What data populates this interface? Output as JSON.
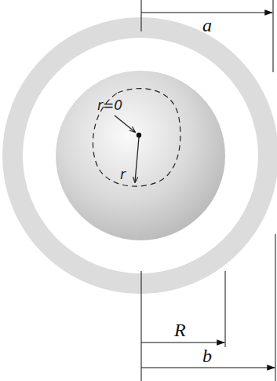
{
  "diagram": {
    "labels": [
      "a",
      "R",
      "b",
      "r=0",
      "r"
    ]
  }
}
